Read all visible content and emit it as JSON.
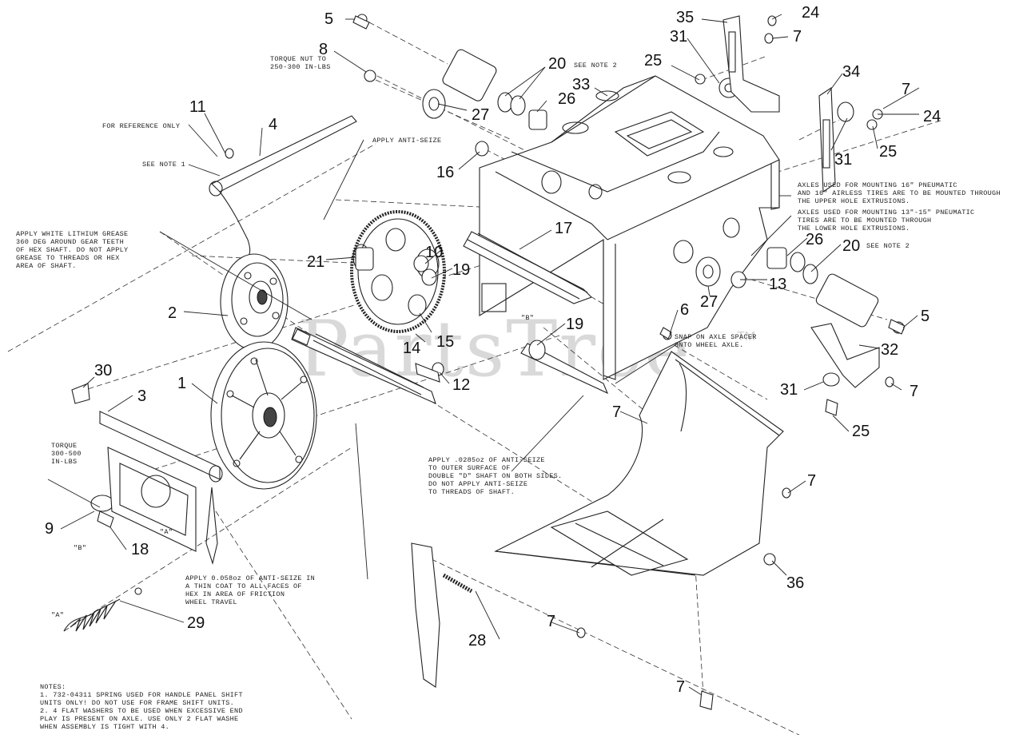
{
  "watermark": {
    "text": "PartsTree",
    "tm": "TM"
  },
  "callouts": [
    {
      "id": "c5a",
      "label": "5"
    },
    {
      "id": "c35",
      "label": "35"
    },
    {
      "id": "c24a",
      "label": "24"
    },
    {
      "id": "c8",
      "label": "8"
    },
    {
      "id": "c31a",
      "label": "31"
    },
    {
      "id": "c7a",
      "label": "7"
    },
    {
      "id": "c20a",
      "label": "20"
    },
    {
      "id": "c25a",
      "label": "25"
    },
    {
      "id": "c33",
      "label": "33"
    },
    {
      "id": "c34",
      "label": "34"
    },
    {
      "id": "c11",
      "label": "11"
    },
    {
      "id": "c4",
      "label": "4"
    },
    {
      "id": "c27a",
      "label": "27"
    },
    {
      "id": "c26a",
      "label": "26"
    },
    {
      "id": "c7b",
      "label": "7"
    },
    {
      "id": "c24b",
      "label": "24"
    },
    {
      "id": "c16",
      "label": "16"
    },
    {
      "id": "c31b",
      "label": "31"
    },
    {
      "id": "c25b",
      "label": "25"
    },
    {
      "id": "c17",
      "label": "17"
    },
    {
      "id": "c26b",
      "label": "26"
    },
    {
      "id": "c20b",
      "label": "20"
    },
    {
      "id": "c10",
      "label": "10"
    },
    {
      "id": "c21",
      "label": "21"
    },
    {
      "id": "c19a",
      "label": "19"
    },
    {
      "id": "c13",
      "label": "13"
    },
    {
      "id": "c27b",
      "label": "27"
    },
    {
      "id": "c2",
      "label": "2"
    },
    {
      "id": "c6",
      "label": "6"
    },
    {
      "id": "c5b",
      "label": "5"
    },
    {
      "id": "c19b",
      "label": "19"
    },
    {
      "id": "c14",
      "label": "14"
    },
    {
      "id": "c15",
      "label": "15"
    },
    {
      "id": "c32",
      "label": "32"
    },
    {
      "id": "c30",
      "label": "30"
    },
    {
      "id": "c3",
      "label": "3"
    },
    {
      "id": "c1",
      "label": "1"
    },
    {
      "id": "c12",
      "label": "12"
    },
    {
      "id": "c31c",
      "label": "31"
    },
    {
      "id": "c7c",
      "label": "7"
    },
    {
      "id": "c7d",
      "label": "7"
    },
    {
      "id": "c25c",
      "label": "25"
    },
    {
      "id": "c7e",
      "label": "7"
    },
    {
      "id": "c9",
      "label": "9"
    },
    {
      "id": "c18",
      "label": "18"
    },
    {
      "id": "c36",
      "label": "36"
    },
    {
      "id": "c29",
      "label": "29"
    },
    {
      "id": "c7f",
      "label": "7"
    },
    {
      "id": "c28",
      "label": "28"
    },
    {
      "id": "c7g",
      "label": "7"
    }
  ],
  "notes": {
    "torque_nut": [
      "TORQUE NUT TO",
      "250-300 IN-LBS"
    ],
    "see_note2_a": "SEE NOTE 2",
    "see_note2_b": "SEE NOTE 2",
    "for_reference": "FOR REFERENCE ONLY",
    "see_note1": "SEE NOTE 1",
    "anti_seize": "APPLY ANTI-SEIZE",
    "lithium": [
      "APPLY WHITE LITHIUM GREASE",
      "360 DEG AROUND GEAR TEETH",
      "OF HEX SHAFT. DO NOT APPLY",
      "GREASE TO THREADS OR HEX",
      "AREA OF SHAFT."
    ],
    "axles_upper": [
      "AXLES USED FOR MOUNTING 16\" PNEUMATIC",
      "AND 16\" AIRLESS TIRES ARE TO BE MOUNTED THROUGH",
      "THE UPPER HOLE EXTRUSIONS."
    ],
    "axles_lower": [
      "AXLES USED FOR MOUNTING 13\"-15\" PNEUMATIC",
      "TIRES ARE TO BE MOUNTED THROUGH",
      "THE LOWER HOLE EXTRUSIONS."
    ],
    "snap_spacer": [
      "SNAP ON AXLE SPACER",
      "ONTO WHEEL AXLE."
    ],
    "anti_seize_outer": [
      "APPLY .0285oz OF ANTI-SEIZE",
      "TO OUTER SURFACE OF",
      "DOUBLE \"D\" SHAFT ON BOTH SIDES.",
      "DO NOT APPLY ANTI-SEIZE",
      "TO THREADS OF SHAFT."
    ],
    "torque_300": [
      "TORQUE",
      "300-500",
      "IN-LBS"
    ],
    "anti_seize_hex": [
      "APPLY 0.058oz OF ANTI-SEIZE IN",
      "A THIN COAT TO ALL FACES OF",
      "HEX IN AREA OF FRICTION",
      "WHEEL TRAVEL"
    ],
    "label_a1": "\"A\"",
    "label_b1": "\"B\"",
    "label_b2": "\"B\"",
    "label_a2": "\"A\"",
    "footer": [
      "NOTES:",
      "1.  732-04311 SPRING USED FOR HANDLE PANEL SHIFT",
      "    UNITS ONLY! DO NOT USE FOR FRAME SHIFT UNITS.",
      "2.  4 FLAT WASHERS TO BE USED WHEN EXCESSIVE END",
      "    PLAY IS PRESENT ON AXLE.  USE ONLY 2 FLAT WASHE",
      "    WHEN ASSEMBLY IS TIGHT WITH 4."
    ]
  }
}
